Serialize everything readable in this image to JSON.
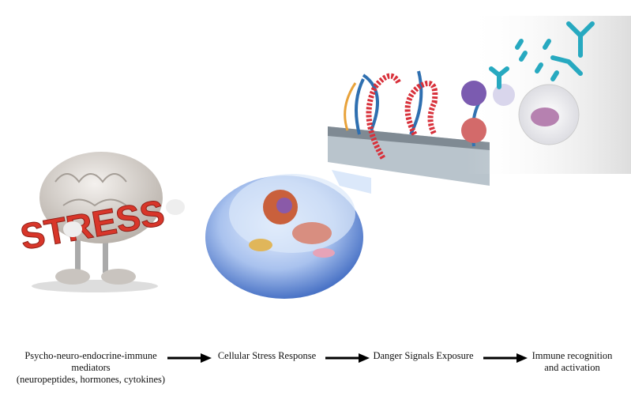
{
  "illustration": {
    "brain_text": "STRESS",
    "colors": {
      "stress_red": "#d8362a",
      "cell_blue": "#6f95d8",
      "membrane": "#9aa3ad",
      "antibody": "#27a9c0",
      "immune_purple": "#7b5bb0"
    }
  },
  "flow": {
    "step1": {
      "line1": "Psycho-neuro-endocrine-immune",
      "line2": "mediators",
      "line3": "(neuropeptides, hormones, cytokines)"
    },
    "step2": {
      "line1": "Cellular Stress Response"
    },
    "step3": {
      "line1": "Danger Signals Exposure"
    },
    "step4": {
      "line1": "Immune recognition",
      "line2": "and activation"
    }
  }
}
